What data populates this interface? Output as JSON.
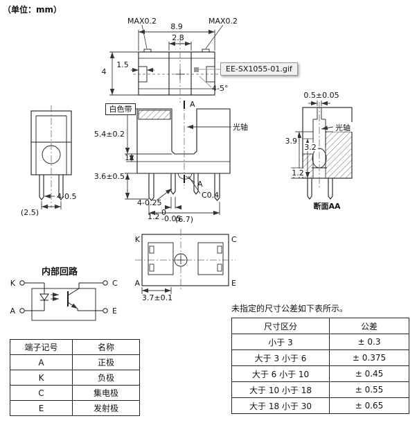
{
  "unit_label": "（单位：mm）",
  "colors": {
    "line": "#1a1a1a",
    "dim": "#333333",
    "gray": "#909090"
  },
  "callout": {
    "label": "EE-SX1055-01.gif"
  },
  "top_view": {
    "max_left": "MAX0.2",
    "max_right": "MAX0.2",
    "width_overall": "8.9",
    "width_center": "2.8",
    "height": "4",
    "pin_width": "1.5",
    "angle": "4-5°"
  },
  "front_view": {
    "white_band": "白色带",
    "optical_axis": "光轴",
    "slot_depth": "5.4±0.2",
    "step": "1",
    "pin_length": "3.6±0.5",
    "pins_spec_side": "4-0.5",
    "depth_ref": "(2.5)",
    "pins_spec": "4-0.25",
    "pin_thickness": "1.2",
    "pin_thickness_tol_upper": "0",
    "pin_thickness_tol_lower": "-0.05",
    "pin_span": "(6.7)",
    "chamfer": "C0.4",
    "section_mark_top": "A",
    "section_mark_bottom": "A"
  },
  "side_view": {
    "aperture": "0.5±0.05",
    "optical_axis": "光轴",
    "dim_39": "3.9",
    "dim_32": "3.2",
    "dim_12": "1.2",
    "title": "断面AA"
  },
  "bottom_view": {
    "corner_k": "K",
    "corner_c": "C",
    "corner_a": "A",
    "corner_e": "E",
    "pitch": "3.7±0.1"
  },
  "circuit": {
    "title": "内部回路",
    "k": "K",
    "c": "C",
    "a": "A",
    "e": "E"
  },
  "terminal_table": {
    "headers": [
      "端子记号",
      "名称"
    ],
    "rows": [
      [
        "A",
        "正极"
      ],
      [
        "K",
        "负极"
      ],
      [
        "C",
        "集电极"
      ],
      [
        "E",
        "发射极"
      ]
    ]
  },
  "tolerance_note": "未指定的尺寸公差如下表所示。",
  "tolerance_table": {
    "headers": [
      "尺寸区分",
      "公差"
    ],
    "rows": [
      [
        "小于 3",
        "± 0.3"
      ],
      [
        "大于 3 小于 6",
        "± 0.375"
      ],
      [
        "大于 6 小于 10",
        "± 0.45"
      ],
      [
        "大于 10 小于 18",
        "± 0.55"
      ],
      [
        "大于 18 小于 30",
        "± 0.65"
      ]
    ]
  }
}
